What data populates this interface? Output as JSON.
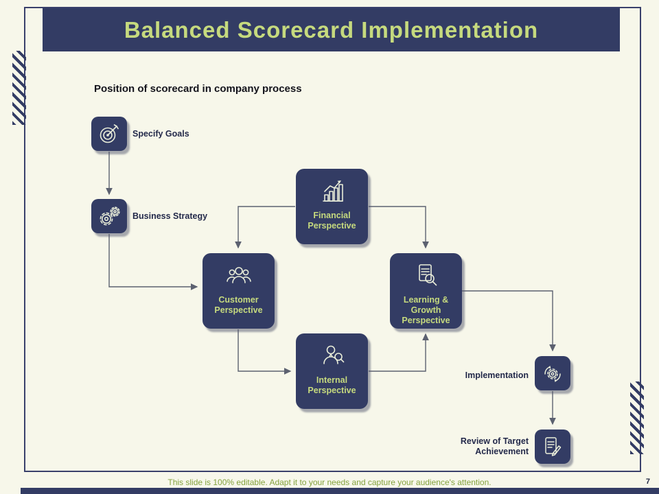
{
  "header": {
    "title": "Balanced Scorecard Implementation"
  },
  "diagram": {
    "subtitle": "Position of scorecard in company process",
    "nodes": [
      {
        "id": "specify-goals",
        "label": "Specify Goals",
        "icon": "target-icon"
      },
      {
        "id": "business-strategy",
        "label": "Business Strategy",
        "icon": "gears-icon"
      },
      {
        "id": "financial",
        "label": "Financial Perspective",
        "icon": "bar-chart-icon"
      },
      {
        "id": "customer",
        "label": "Customer Perspective",
        "icon": "people-icon"
      },
      {
        "id": "learning-growth",
        "label": "Learning & Growth Perspective",
        "icon": "document-search-icon"
      },
      {
        "id": "internal",
        "label": "Internal Perspective",
        "icon": "person-search-icon"
      },
      {
        "id": "implementation",
        "label": "Implementation",
        "icon": "process-gear-icon"
      },
      {
        "id": "review",
        "label": "Review of Target Achievement",
        "icon": "review-checklist-icon"
      }
    ],
    "flow": [
      "Specify Goals -> Business Strategy",
      "Business Strategy -> Customer Perspective",
      "Financial Perspective -> Customer Perspective",
      "Financial Perspective -> Learning & Growth Perspective",
      "Customer Perspective -> Internal Perspective",
      "Internal Perspective -> Learning & Growth Perspective",
      "Learning & Growth Perspective -> Implementation",
      "Implementation -> Review of Target Achievement"
    ]
  },
  "footer": {
    "note": "This slide is 100% editable. Adapt it to your needs and capture your audience's attention.",
    "page": "7"
  },
  "colors": {
    "navy": "#333c64",
    "accent_green": "#c6da7e",
    "background_cream": "#f7f7ea",
    "connector_gray": "#5c6170",
    "footer_green": "#84a23e",
    "icon_stroke": "#eaeeda"
  }
}
